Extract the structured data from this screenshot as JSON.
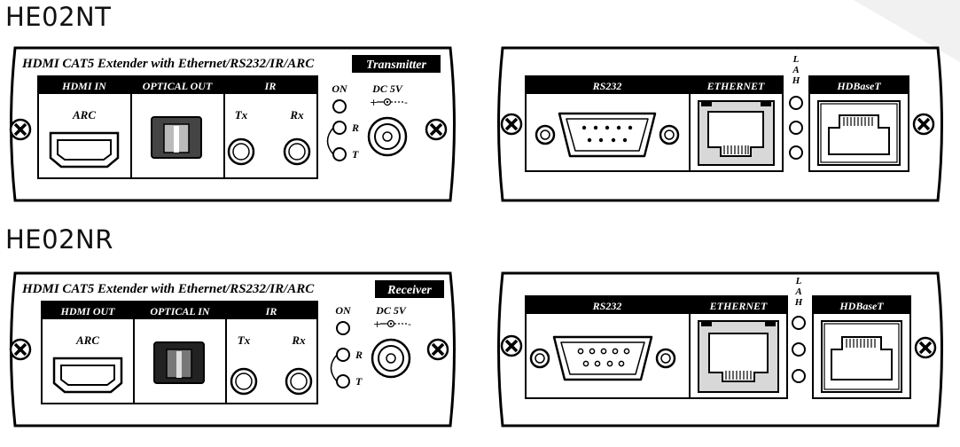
{
  "transmitter": {
    "model": "HE02NT",
    "front": {
      "title": "HDMI CAT5 Extender with Ethernet/RS232/IR/ARC",
      "badge": "Transmitter",
      "hdmi_header": "HDMI IN",
      "optical_header": "OPTICAL OUT",
      "ir_header": "IR",
      "arc_label": "ARC",
      "tx_label": "Tx",
      "rx_label": "Rx",
      "on_label": "ON",
      "dc_label": "DC 5V",
      "r_label": "R",
      "t_label": "T"
    },
    "rear": {
      "rs232_header": "RS232",
      "ethernet_header": "ETHERNET",
      "hdbaset_header": "HDBaseT",
      "led_letters": [
        "L",
        "A",
        "H"
      ]
    }
  },
  "receiver": {
    "model": "HE02NR",
    "front": {
      "title": "HDMI CAT5 Extender with Ethernet/RS232/IR/ARC",
      "badge": "Receiver",
      "hdmi_header": "HDMI OUT",
      "optical_header": "OPTICAL IN",
      "ir_header": "IR",
      "arc_label": "ARC",
      "tx_label": "Tx",
      "rx_label": "Rx",
      "on_label": "ON",
      "dc_label": "DC 5V",
      "r_label": "R",
      "t_label": "T"
    },
    "rear": {
      "rs232_header": "RS232",
      "ethernet_header": "ETHERNET",
      "hdbaset_header": "HDBaseT",
      "led_letters": [
        "L",
        "A",
        "H"
      ]
    }
  }
}
